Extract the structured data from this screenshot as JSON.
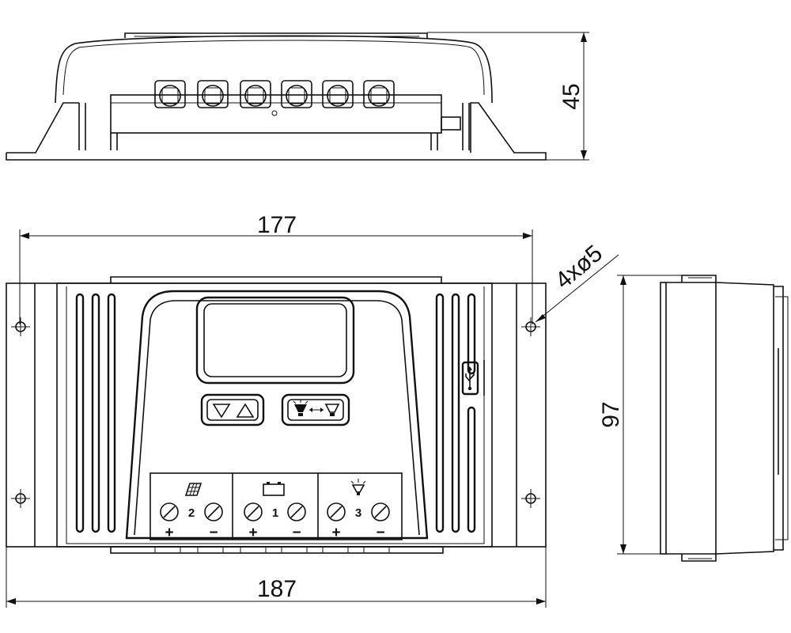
{
  "dimensions": {
    "height_top_view": "45",
    "inner_width": "177",
    "outer_width": "187",
    "holes": "4xø5",
    "depth_side_view": "97"
  },
  "terminals": [
    {
      "number": "2",
      "plus": "+",
      "minus": "−",
      "icon": "solar-panel-icon"
    },
    {
      "number": "1",
      "plus": "+",
      "minus": "−",
      "icon": "battery-icon"
    },
    {
      "number": "3",
      "plus": "+",
      "minus": "−",
      "icon": "lamp-icon"
    }
  ],
  "icons": {
    "buttons_left": "triangle-down-up-icon",
    "buttons_right": "lamp-swap-icon",
    "usb": "usb-icon"
  }
}
